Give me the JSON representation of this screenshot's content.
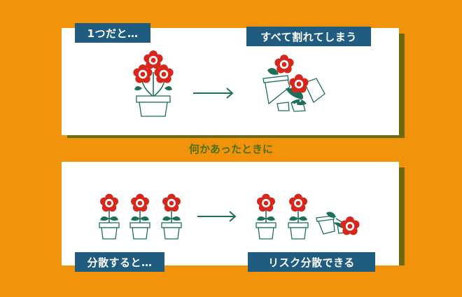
{
  "top": {
    "left_label": "1つだと…",
    "right_label": "すべて割れてしまう"
  },
  "middle_caption": "何かあったときに",
  "bottom": {
    "left_label": "分散すると…",
    "right_label": "リスク分散できる"
  },
  "colors": {
    "background": "#f0920a",
    "panel": "#ffffff",
    "panel_shadow": "#6b6a10",
    "label_bg": "#1f5c80",
    "caption": "#4f6f10",
    "flower_red": "#d7261b",
    "leaf_green": "#1e6f5a",
    "pot_outline": "#1e6f5a"
  },
  "icons": [
    "flower-pot-icon",
    "arrow-right-icon",
    "broken-pot-icon"
  ]
}
